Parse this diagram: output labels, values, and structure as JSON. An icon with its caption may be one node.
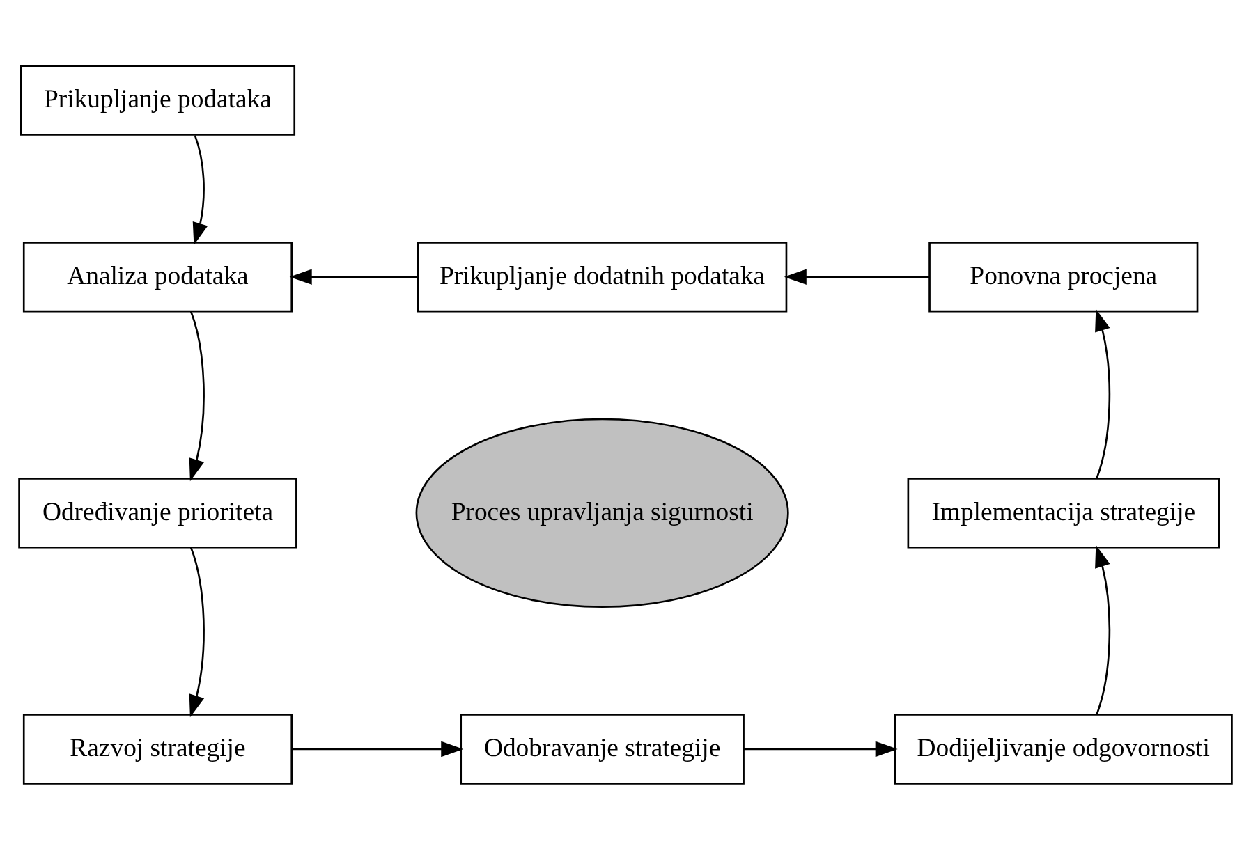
{
  "diagram": {
    "nodes": [
      {
        "text": [
          "Prikupljanje podataka"
        ]
      },
      {
        "text": [
          "Ponovna procjena"
        ]
      },
      {
        "text": [
          "Prikupljanje dodatnih podataka"
        ]
      },
      {
        "text": [
          "Analiza podataka"
        ]
      },
      {
        "text": [
          "Implementacija strategije"
        ]
      },
      {
        "text": [
          "Proces upravljanja sigurnosti"
        ]
      },
      {
        "text": [
          "Određivanje prioriteta"
        ]
      },
      {
        "text": [
          "Dodijeljivanje odgovornosti"
        ]
      },
      {
        "text": [
          "Odobravanje strategije"
        ]
      },
      {
        "text": [
          "Razvoj strategije"
        ]
      }
    ],
    "edges": [
      {
        "from": 0,
        "to": 3,
        "arrow": "to"
      },
      {
        "from": 1,
        "to": 2,
        "arrow": "to"
      },
      {
        "from": 2,
        "to": 3,
        "arrow": "to"
      },
      {
        "from": 3,
        "to": 6,
        "arrow": "to"
      },
      {
        "from": 6,
        "to": 9,
        "arrow": "to"
      },
      {
        "from": 9,
        "to": 8,
        "arrow": "to"
      },
      {
        "from": 8,
        "to": 7,
        "arrow": "to"
      },
      {
        "from": 7,
        "to": 4,
        "arrow": "to"
      },
      {
        "from": 4,
        "to": 1,
        "arrow": "to"
      }
    ]
  }
}
